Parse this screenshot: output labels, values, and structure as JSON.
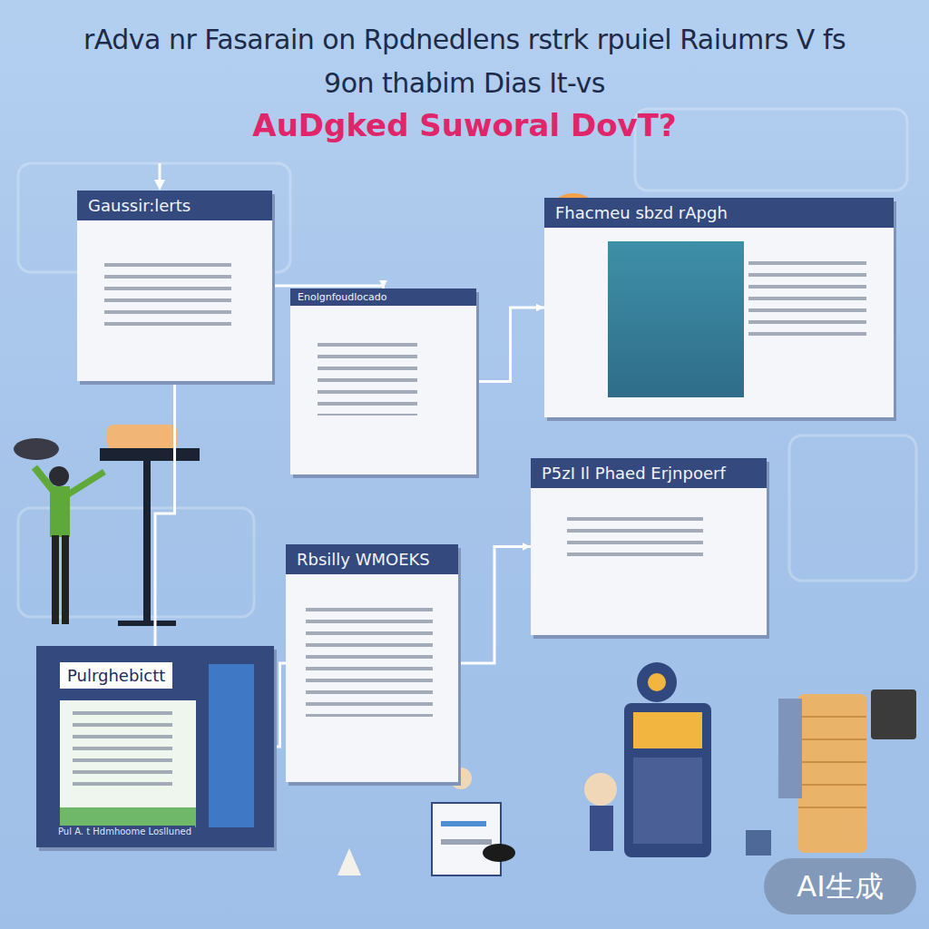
{
  "diagram": {
    "title": "rAdva nr Fasarain on Rpdnedlens rstrk rpuiel Raiumrs V fs 9on thabim Dias It-vs",
    "nodes": [
      {
        "text": [
          "Gaussir:lerts"
        ]
      },
      {
        "text": [
          "Enolgnfoudlocado"
        ]
      },
      {
        "text": [
          "Fhacmeu sbzd rApgh"
        ]
      },
      {
        "text": [
          "P5zI Il Phaed Erjnpoerf"
        ]
      },
      {
        "text": [
          "Rbsilly WMOEKS"
        ]
      },
      {
        "text": [
          "Pulrghebictt"
        ]
      }
    ],
    "edges": [
      {
        "from": 0,
        "to": 1,
        "arrow": "to"
      },
      {
        "from": 1,
        "to": 2,
        "arrow": "to"
      },
      {
        "from": 4,
        "to": 3,
        "arrow": "to"
      },
      {
        "from": 5,
        "to": 4,
        "arrow": "none"
      },
      {
        "from": 0,
        "to": 5,
        "arrow": "none"
      }
    ],
    "labels": [
      "AuDgked Suworal DovT?",
      "Pul A. t Hdmhoome Loslluned",
      "AI生成"
    ]
  }
}
